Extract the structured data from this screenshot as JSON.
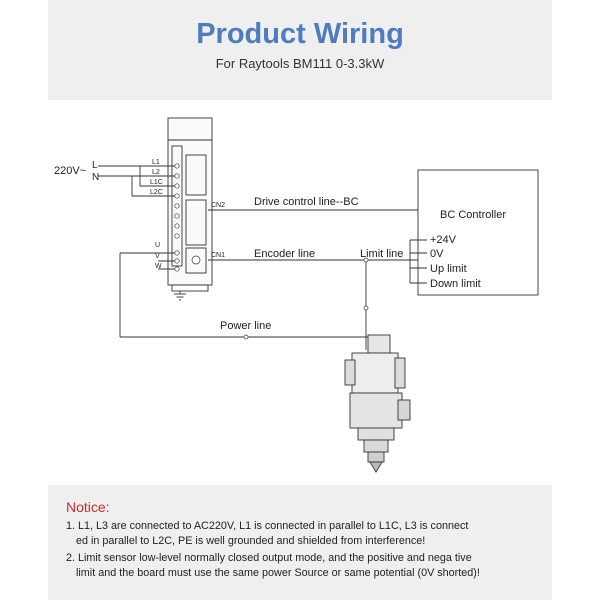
{
  "header": {
    "title": "Product Wiring",
    "subtitle": "For Raytools BM111 0-3.3kW"
  },
  "diagram": {
    "supply_voltage": "220V~",
    "terminal_L": "L",
    "terminal_N": "N",
    "drive_terminals": [
      "L1",
      "L2",
      "L1C",
      "L2C"
    ],
    "motor_terminals": [
      "U",
      "V",
      "W"
    ],
    "port_cn2": "CN2",
    "port_cn1": "CN1",
    "drive_control_line": "Drive control line--BC",
    "encoder_line": "Encoder line",
    "limit_line": "Limit line",
    "power_line": "Power line",
    "controller_title": "BC Controller",
    "controller_terminals": [
      "+24V",
      "0V",
      "Up limit",
      "Down limit"
    ]
  },
  "notice": {
    "title": "Notice:",
    "lines": [
      "1. L1, L3 are connected to AC220V, L1 is connected in parallel to L1C, L3 is connect",
      "ed in parallel to L2C, PE is well grounded and shielded from interference!",
      "2. Limit sensor low-level normally closed output mode, and the positive and nega tive",
      "limit and the board must use the same power Source or same potential (0V shorted)!"
    ]
  },
  "colors": {
    "title": "#4d7dbf",
    "notice_title": "#d12a2a",
    "panel_bg": "#efefef"
  }
}
